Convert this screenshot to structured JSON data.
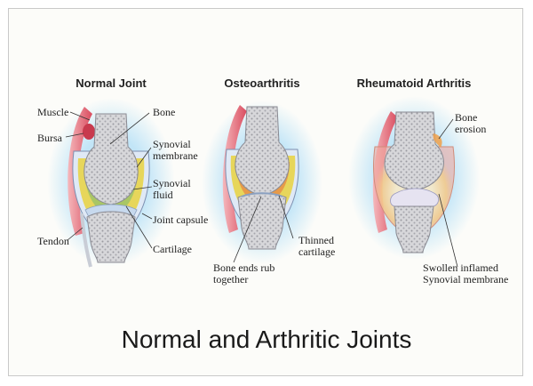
{
  "title": "Normal and Arthritic Joints",
  "panels": [
    {
      "heading": "Normal Joint",
      "labels": {
        "muscle": "Muscle",
        "bursa": "Bursa",
        "tendon": "Tendon",
        "bone": "Bone",
        "synovial_membrane": "Synovial membrane",
        "synovial_fluid": "Synovial fluid",
        "joint_capsule": "Joint capsule",
        "cartilage": "Cartilage"
      }
    },
    {
      "heading": "Osteoarthritis",
      "labels": {
        "thinned_cartilage": "Thinned cartilage",
        "bone_ends": "Bone ends rub together"
      }
    },
    {
      "heading": "Rheumatoid Arthritis",
      "labels": {
        "bone_erosion": "Bone erosion",
        "swollen_membrane": "Swollen inflamed Synovial membrane"
      }
    }
  ],
  "colors": {
    "bone": "#d6d6d8",
    "bone_dots": "#9a9aa0",
    "glow": "#bfe4f7",
    "capsule": "#dfe9f6",
    "membrane": "#e8d44a",
    "inflamed": "#f0a04a",
    "cartilage": "#c7d9ee",
    "muscle": "#e06070"
  }
}
